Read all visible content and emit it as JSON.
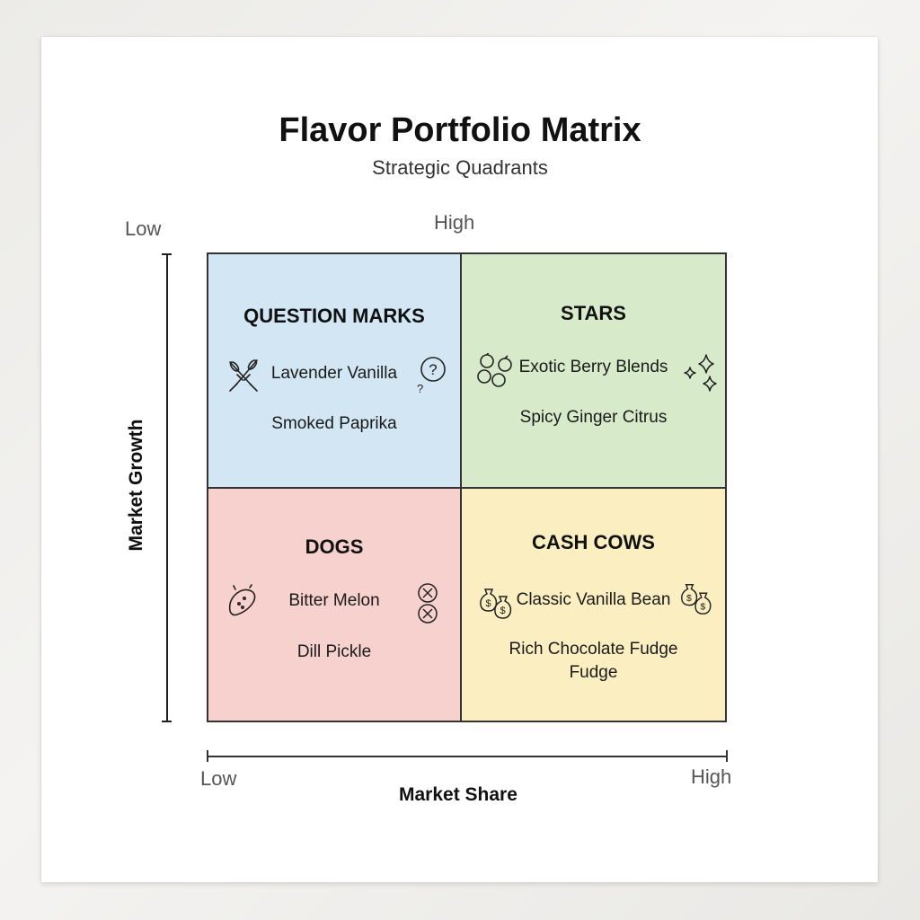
{
  "title": "Flavor Portfolio Matrix",
  "subtitle": "Strategic Quadrants",
  "axes": {
    "y_title": "Market Growth",
    "x_title": "Market Share",
    "y_top_label": "Low",
    "top_label": "High",
    "x_low": "Low",
    "x_high": "High"
  },
  "quadrants": {
    "question_marks": {
      "title": "QUESTION MARKS",
      "items": [
        "Lavender Vanilla",
        "Smoked Paprika"
      ],
      "color": "#d2e6f3"
    },
    "stars": {
      "title": "STARS",
      "items": [
        "Exotic Berry Blends",
        "Spicy Ginger Citrus"
      ],
      "color": "#d7ebcb"
    },
    "dogs": {
      "title": "DOGS",
      "items": [
        "Bitter Melon",
        "Dill Pickle"
      ],
      "color": "#f7d1cd"
    },
    "cash_cows": {
      "title": "CASH COWS",
      "items": [
        "Classic Vanilla Bean",
        "Rich Chocolate Fudge Fudge"
      ],
      "color": "#fbefc2"
    }
  },
  "icons": {
    "question_marks": [
      "lavender-sprig-icon",
      "question-mark-icon"
    ],
    "stars": [
      "berries-icon",
      "sparkles-icon"
    ],
    "dogs": [
      "pickle-icon",
      "x-marks-icon"
    ],
    "cash_cows": [
      "money-bags-icon",
      "money-bags-icon"
    ]
  }
}
